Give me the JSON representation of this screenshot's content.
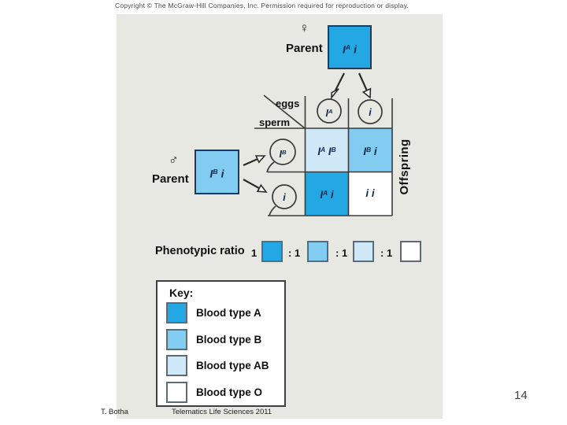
{
  "copyright": "Copyright © The McGraw-Hill Companies, Inc. Permission required for reproduction or display.",
  "page_number": "14",
  "footer": {
    "author": "T. Botha",
    "course": "Telematics Life Sciences 2011"
  },
  "colors": {
    "blood_type_a": "#24a8e3",
    "blood_type_b": "#82cbf1",
    "blood_type_ab": "#cfe8f8",
    "blood_type_o": "#ffffff",
    "panel_background": "#e8e8e2"
  },
  "diagram": {
    "female_parent": {
      "sex_symbol": "♀",
      "label": "Parent",
      "genotype": [
        {
          "t": "I"
        },
        {
          "t": "A",
          "sup": true
        },
        {
          "t": " i"
        }
      ],
      "blood_type": "a"
    },
    "male_parent": {
      "sex_symbol": "♂",
      "label": "Parent",
      "genotype": [
        {
          "t": "I"
        },
        {
          "t": "B",
          "sup": true
        },
        {
          "t": " i"
        }
      ],
      "blood_type": "b"
    },
    "punnett": {
      "corner_top_label": "eggs",
      "corner_bottom_label": "sperm",
      "egg_headers": [
        {
          "genotype": [
            {
              "t": "I"
            },
            {
              "t": "A",
              "sup": true
            }
          ]
        },
        {
          "genotype": [
            {
              "t": "i"
            }
          ]
        }
      ],
      "sperm_headers": [
        {
          "genotype": [
            {
              "t": "I"
            },
            {
              "t": "B",
              "sup": true
            }
          ]
        },
        {
          "genotype": [
            {
              "t": "i"
            }
          ]
        }
      ],
      "cells": [
        {
          "genotype": [
            {
              "t": "I"
            },
            {
              "t": "A",
              "sup": true
            },
            {
              "t": " I"
            },
            {
              "t": "B",
              "sup": true
            }
          ],
          "blood_type": "ab"
        },
        {
          "genotype": [
            {
              "t": "I"
            },
            {
              "t": "B",
              "sup": true
            },
            {
              "t": " i"
            }
          ],
          "blood_type": "b"
        },
        {
          "genotype": [
            {
              "t": "I"
            },
            {
              "t": "A",
              "sup": true
            },
            {
              "t": " i"
            }
          ],
          "blood_type": "a"
        },
        {
          "genotype": [
            {
              "t": "i i"
            }
          ],
          "blood_type": "o"
        }
      ],
      "offspring_label": "Offspring"
    },
    "ratio": {
      "label": "Phenotypic ratio",
      "items": [
        {
          "prefix": "1",
          "blood_type": "a"
        },
        {
          "prefix": ": 1",
          "blood_type": "b"
        },
        {
          "prefix": ": 1",
          "blood_type": "ab"
        },
        {
          "prefix": ": 1",
          "blood_type": "o"
        }
      ]
    },
    "key": {
      "title": "Key:",
      "entries": [
        {
          "label": "Blood type A",
          "blood_type": "a"
        },
        {
          "label": "Blood type B",
          "blood_type": "b"
        },
        {
          "label": "Blood type AB",
          "blood_type": "ab"
        },
        {
          "label": "Blood type O",
          "blood_type": "o"
        }
      ]
    }
  }
}
